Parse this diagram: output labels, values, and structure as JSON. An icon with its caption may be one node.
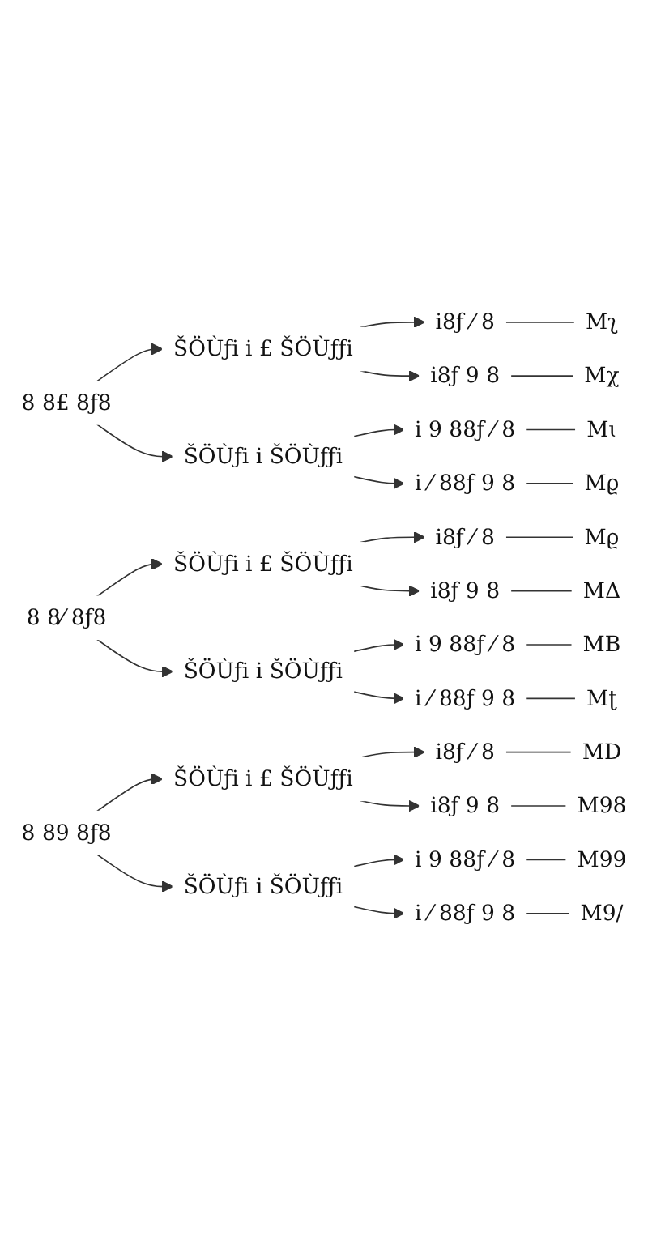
{
  "diagram": {
    "nodes": [
      {
        "text": [
          "8 8£ 8ƒ8"
        ]
      },
      {
        "text": [
          "ŠÖÙƒi i £ ŠÖÙƒƒi"
        ]
      },
      {
        "text": [
          "i8ƒ ⁄ 8"
        ]
      },
      {
        "text": [
          "Mʅ"
        ]
      },
      {
        "text": [
          "i8ƒ 9 8"
        ]
      },
      {
        "text": [
          "Mχ"
        ]
      },
      {
        "text": [
          "ŠÖÙƒi i ŠÖÙƒƒi"
        ]
      },
      {
        "text": [
          "i 9 88ƒ ⁄ 8"
        ]
      },
      {
        "text": [
          "Mɩ"
        ]
      },
      {
        "text": [
          "i ⁄ 88ƒ 9 8"
        ]
      },
      {
        "text": [
          "Mϱ"
        ]
      },
      {
        "text": [
          "8 8⁄ 8ƒ8"
        ]
      },
      {
        "text": [
          "ŠÖÙƒi i £ ŠÖÙƒƒi"
        ]
      },
      {
        "text": [
          "i8ƒ ⁄ 8"
        ]
      },
      {
        "text": [
          "Mϱ"
        ]
      },
      {
        "text": [
          "i8ƒ 9 8"
        ]
      },
      {
        "text": [
          "MΔ"
        ]
      },
      {
        "text": [
          "ŠÖÙƒi i ŠÖÙƒƒi"
        ]
      },
      {
        "text": [
          "i 9 88ƒ ⁄ 8"
        ]
      },
      {
        "text": [
          "MB"
        ]
      },
      {
        "text": [
          "i ⁄ 88ƒ 9 8"
        ]
      },
      {
        "text": [
          "Mʈ"
        ]
      },
      {
        "text": [
          "8 89 8ƒ8"
        ]
      },
      {
        "text": [
          "ŠÖÙƒi i £ ŠÖÙƒƒi"
        ]
      },
      {
        "text": [
          "i8ƒ ⁄ 8"
        ]
      },
      {
        "text": [
          "MD"
        ]
      },
      {
        "text": [
          "i8ƒ 9 8"
        ]
      },
      {
        "text": [
          "M98"
        ]
      },
      {
        "text": [
          "ŠÖÙƒi i ŠÖÙƒƒi"
        ]
      },
      {
        "text": [
          "i 9 88ƒ ⁄ 8"
        ]
      },
      {
        "text": [
          "M99"
        ]
      },
      {
        "text": [
          "i ⁄ 88ƒ 9 8"
        ]
      },
      {
        "text": [
          "M9/"
        ]
      }
    ],
    "edges": [
      {
        "from": 0,
        "to": 1,
        "arrow": "to"
      },
      {
        "from": 0,
        "to": 6,
        "arrow": "to"
      },
      {
        "from": 1,
        "to": 2,
        "arrow": "to"
      },
      {
        "from": 2,
        "to": 3,
        "arrow": "none"
      },
      {
        "from": 1,
        "to": 4,
        "arrow": "to"
      },
      {
        "from": 4,
        "to": 5,
        "arrow": "none"
      },
      {
        "from": 6,
        "to": 7,
        "arrow": "to"
      },
      {
        "from": 7,
        "to": 8,
        "arrow": "none"
      },
      {
        "from": 6,
        "to": 9,
        "arrow": "to"
      },
      {
        "from": 9,
        "to": 10,
        "arrow": "none"
      },
      {
        "from": 11,
        "to": 12,
        "arrow": "to"
      },
      {
        "from": 11,
        "to": 17,
        "arrow": "to"
      },
      {
        "from": 12,
        "to": 13,
        "arrow": "to"
      },
      {
        "from": 13,
        "to": 14,
        "arrow": "none"
      },
      {
        "from": 12,
        "to": 15,
        "arrow": "to"
      },
      {
        "from": 15,
        "to": 16,
        "arrow": "none"
      },
      {
        "from": 17,
        "to": 18,
        "arrow": "to"
      },
      {
        "from": 18,
        "to": 19,
        "arrow": "none"
      },
      {
        "from": 17,
        "to": 20,
        "arrow": "to"
      },
      {
        "from": 20,
        "to": 21,
        "arrow": "none"
      },
      {
        "from": 22,
        "to": 23,
        "arrow": "to"
      },
      {
        "from": 22,
        "to": 28,
        "arrow": "to"
      },
      {
        "from": 23,
        "to": 24,
        "arrow": "to"
      },
      {
        "from": 24,
        "to": 25,
        "arrow": "none"
      },
      {
        "from": 23,
        "to": 26,
        "arrow": "to"
      },
      {
        "from": 26,
        "to": 27,
        "arrow": "none"
      },
      {
        "from": 28,
        "to": 29,
        "arrow": "to"
      },
      {
        "from": 29,
        "to": 30,
        "arrow": "none"
      },
      {
        "from": 28,
        "to": 31,
        "arrow": "to"
      },
      {
        "from": 31,
        "to": 32,
        "arrow": "none"
      }
    ]
  }
}
